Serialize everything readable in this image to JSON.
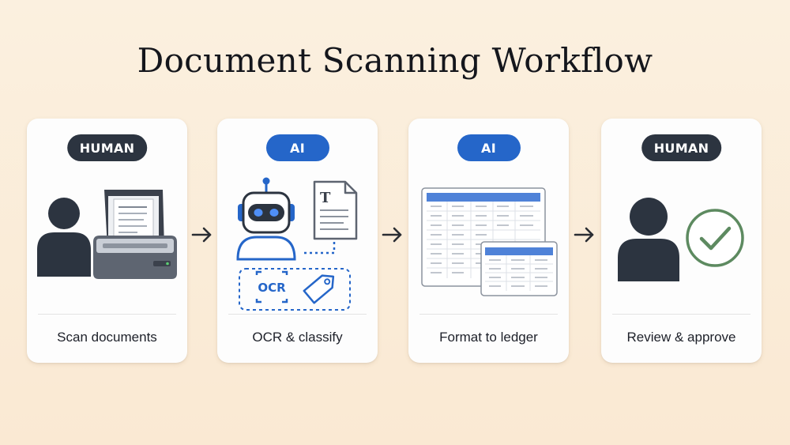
{
  "title": "Document Scanning Workflow",
  "colors": {
    "background": "#fbf0df",
    "human_badge": "#2c3440",
    "ai_badge": "#2566c9",
    "checkmark": "#5d8a60"
  },
  "steps": [
    {
      "badge": "HUMAN",
      "label": "Scan documents",
      "icons": [
        "person-icon",
        "scanner-icon"
      ]
    },
    {
      "badge": "AI",
      "label": "OCR & classify",
      "icons": [
        "robot-icon",
        "text-document-icon",
        "ocr-icon",
        "tag-icon"
      ],
      "ocr_text": "OCR",
      "doc_letter": "T"
    },
    {
      "badge": "AI",
      "label": "Format to ledger",
      "icons": [
        "spreadsheet-icon",
        "table-icon"
      ]
    },
    {
      "badge": "HUMAN",
      "label": "Review & approve",
      "icons": [
        "person-icon",
        "check-circle-icon"
      ]
    }
  ]
}
